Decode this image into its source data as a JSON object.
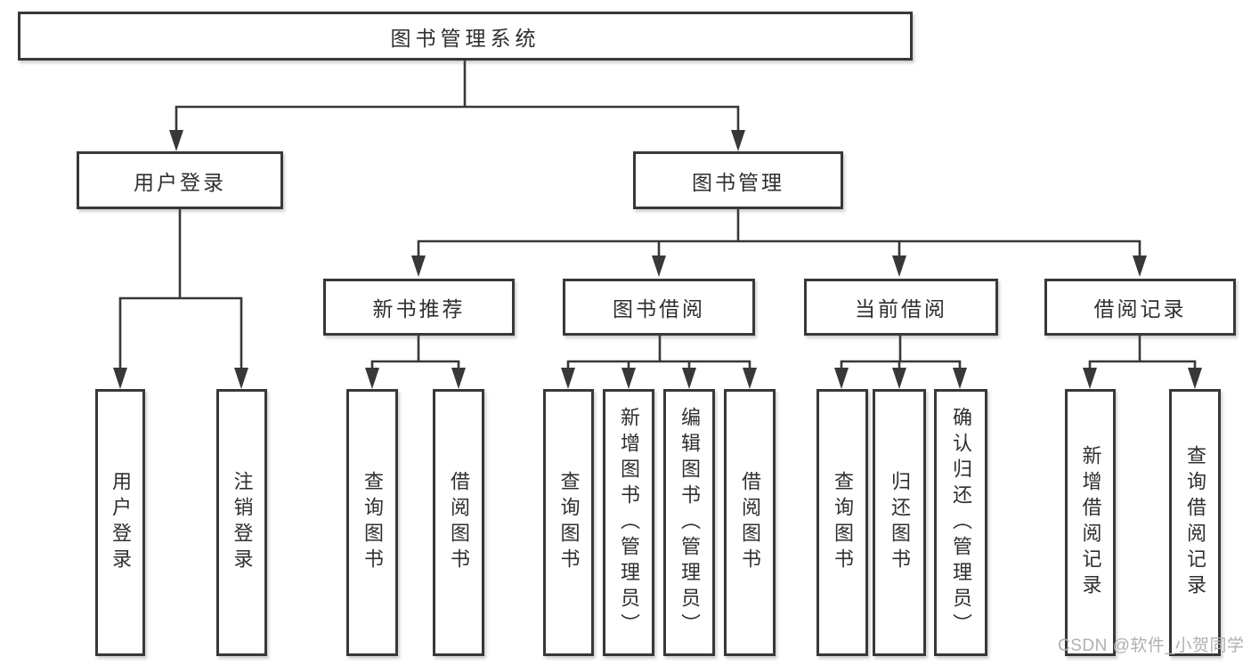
{
  "diagram": {
    "title": "图书管理系统",
    "level2": [
      {
        "id": "user-login",
        "label": "用户登录"
      },
      {
        "id": "book-management",
        "label": "图书管理"
      }
    ],
    "level3": [
      {
        "id": "new-book-recommend",
        "label": "新书推荐"
      },
      {
        "id": "book-borrow",
        "label": "图书借阅"
      },
      {
        "id": "current-borrow",
        "label": "当前借阅"
      },
      {
        "id": "borrow-records",
        "label": "借阅记录"
      }
    ],
    "level4": [
      {
        "id": "user-login-action",
        "label": "用户登录"
      },
      {
        "id": "logout",
        "label": "注销登录"
      },
      {
        "id": "query-books-recommend",
        "label": "查询图书"
      },
      {
        "id": "borrow-books-recommend",
        "label": "借阅图书"
      },
      {
        "id": "query-books-borrow",
        "label": "查询图书"
      },
      {
        "id": "add-books-admin",
        "label": "新增图书（管理员）"
      },
      {
        "id": "edit-books-admin",
        "label": "编辑图书（管理员）"
      },
      {
        "id": "borrow-books",
        "label": "借阅图书"
      },
      {
        "id": "query-books-current",
        "label": "查询图书"
      },
      {
        "id": "return-books",
        "label": "归还图书"
      },
      {
        "id": "confirm-return-admin",
        "label": "确认归还（管理员）"
      },
      {
        "id": "add-borrow-record",
        "label": "新增借阅记录"
      },
      {
        "id": "query-borrow-record",
        "label": "查询借阅记录"
      }
    ],
    "watermark": "CSDN @软件_小贺同学",
    "colors": {
      "line": "#383838",
      "box_border": "#383838",
      "text": "#2f2f2f",
      "box_background": "#ffffff",
      "watermark": "#b3afaf",
      "page_background": "#ffffff"
    }
  }
}
